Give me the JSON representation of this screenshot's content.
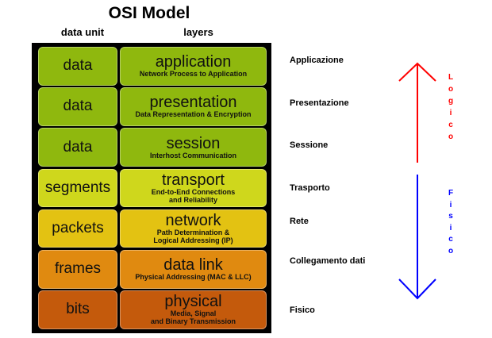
{
  "title": "OSI Model",
  "headers": {
    "data_unit": "data unit",
    "layers": "layers"
  },
  "layers": [
    {
      "unit": "data",
      "name": "application",
      "desc": [
        "Network Process to Application"
      ],
      "italian": "Applicazione",
      "color": "#8fb80e"
    },
    {
      "unit": "data",
      "name": "presentation",
      "desc": [
        "Data Representation & Encryption"
      ],
      "italian": "Presentazione",
      "color": "#8fb80e"
    },
    {
      "unit": "data",
      "name": "session",
      "desc": [
        "Interhost Communication"
      ],
      "italian": "Sessione",
      "color": "#8fb80e"
    },
    {
      "unit": "segments",
      "name": "transport",
      "desc": [
        "End-to-End Connections",
        "and Reliability"
      ],
      "italian": "Trasporto",
      "color": "#cfd71c"
    },
    {
      "unit": "packets",
      "name": "network",
      "desc": [
        "Path Determination &",
        "Logical Addressing (IP)"
      ],
      "italian": "Rete",
      "color": "#e3c212"
    },
    {
      "unit": "frames",
      "name": "data link",
      "desc": [
        "Physical Addressing (MAC & LLC)"
      ],
      "italian": "Collegamento dati",
      "color": "#e08a10"
    },
    {
      "unit": "bits",
      "name": "physical",
      "desc": [
        "Media, Signal",
        "and Binary Transmission"
      ],
      "italian": "Fisico",
      "color": "#c45a0c"
    }
  ],
  "logico": {
    "letters": [
      "L",
      "o",
      "g",
      "i",
      "c",
      "o"
    ],
    "color": "#ff0000"
  },
  "fisico": {
    "letters": [
      "F",
      "i",
      "s",
      "i",
      "c",
      "o"
    ],
    "color": "#0000ff"
  }
}
